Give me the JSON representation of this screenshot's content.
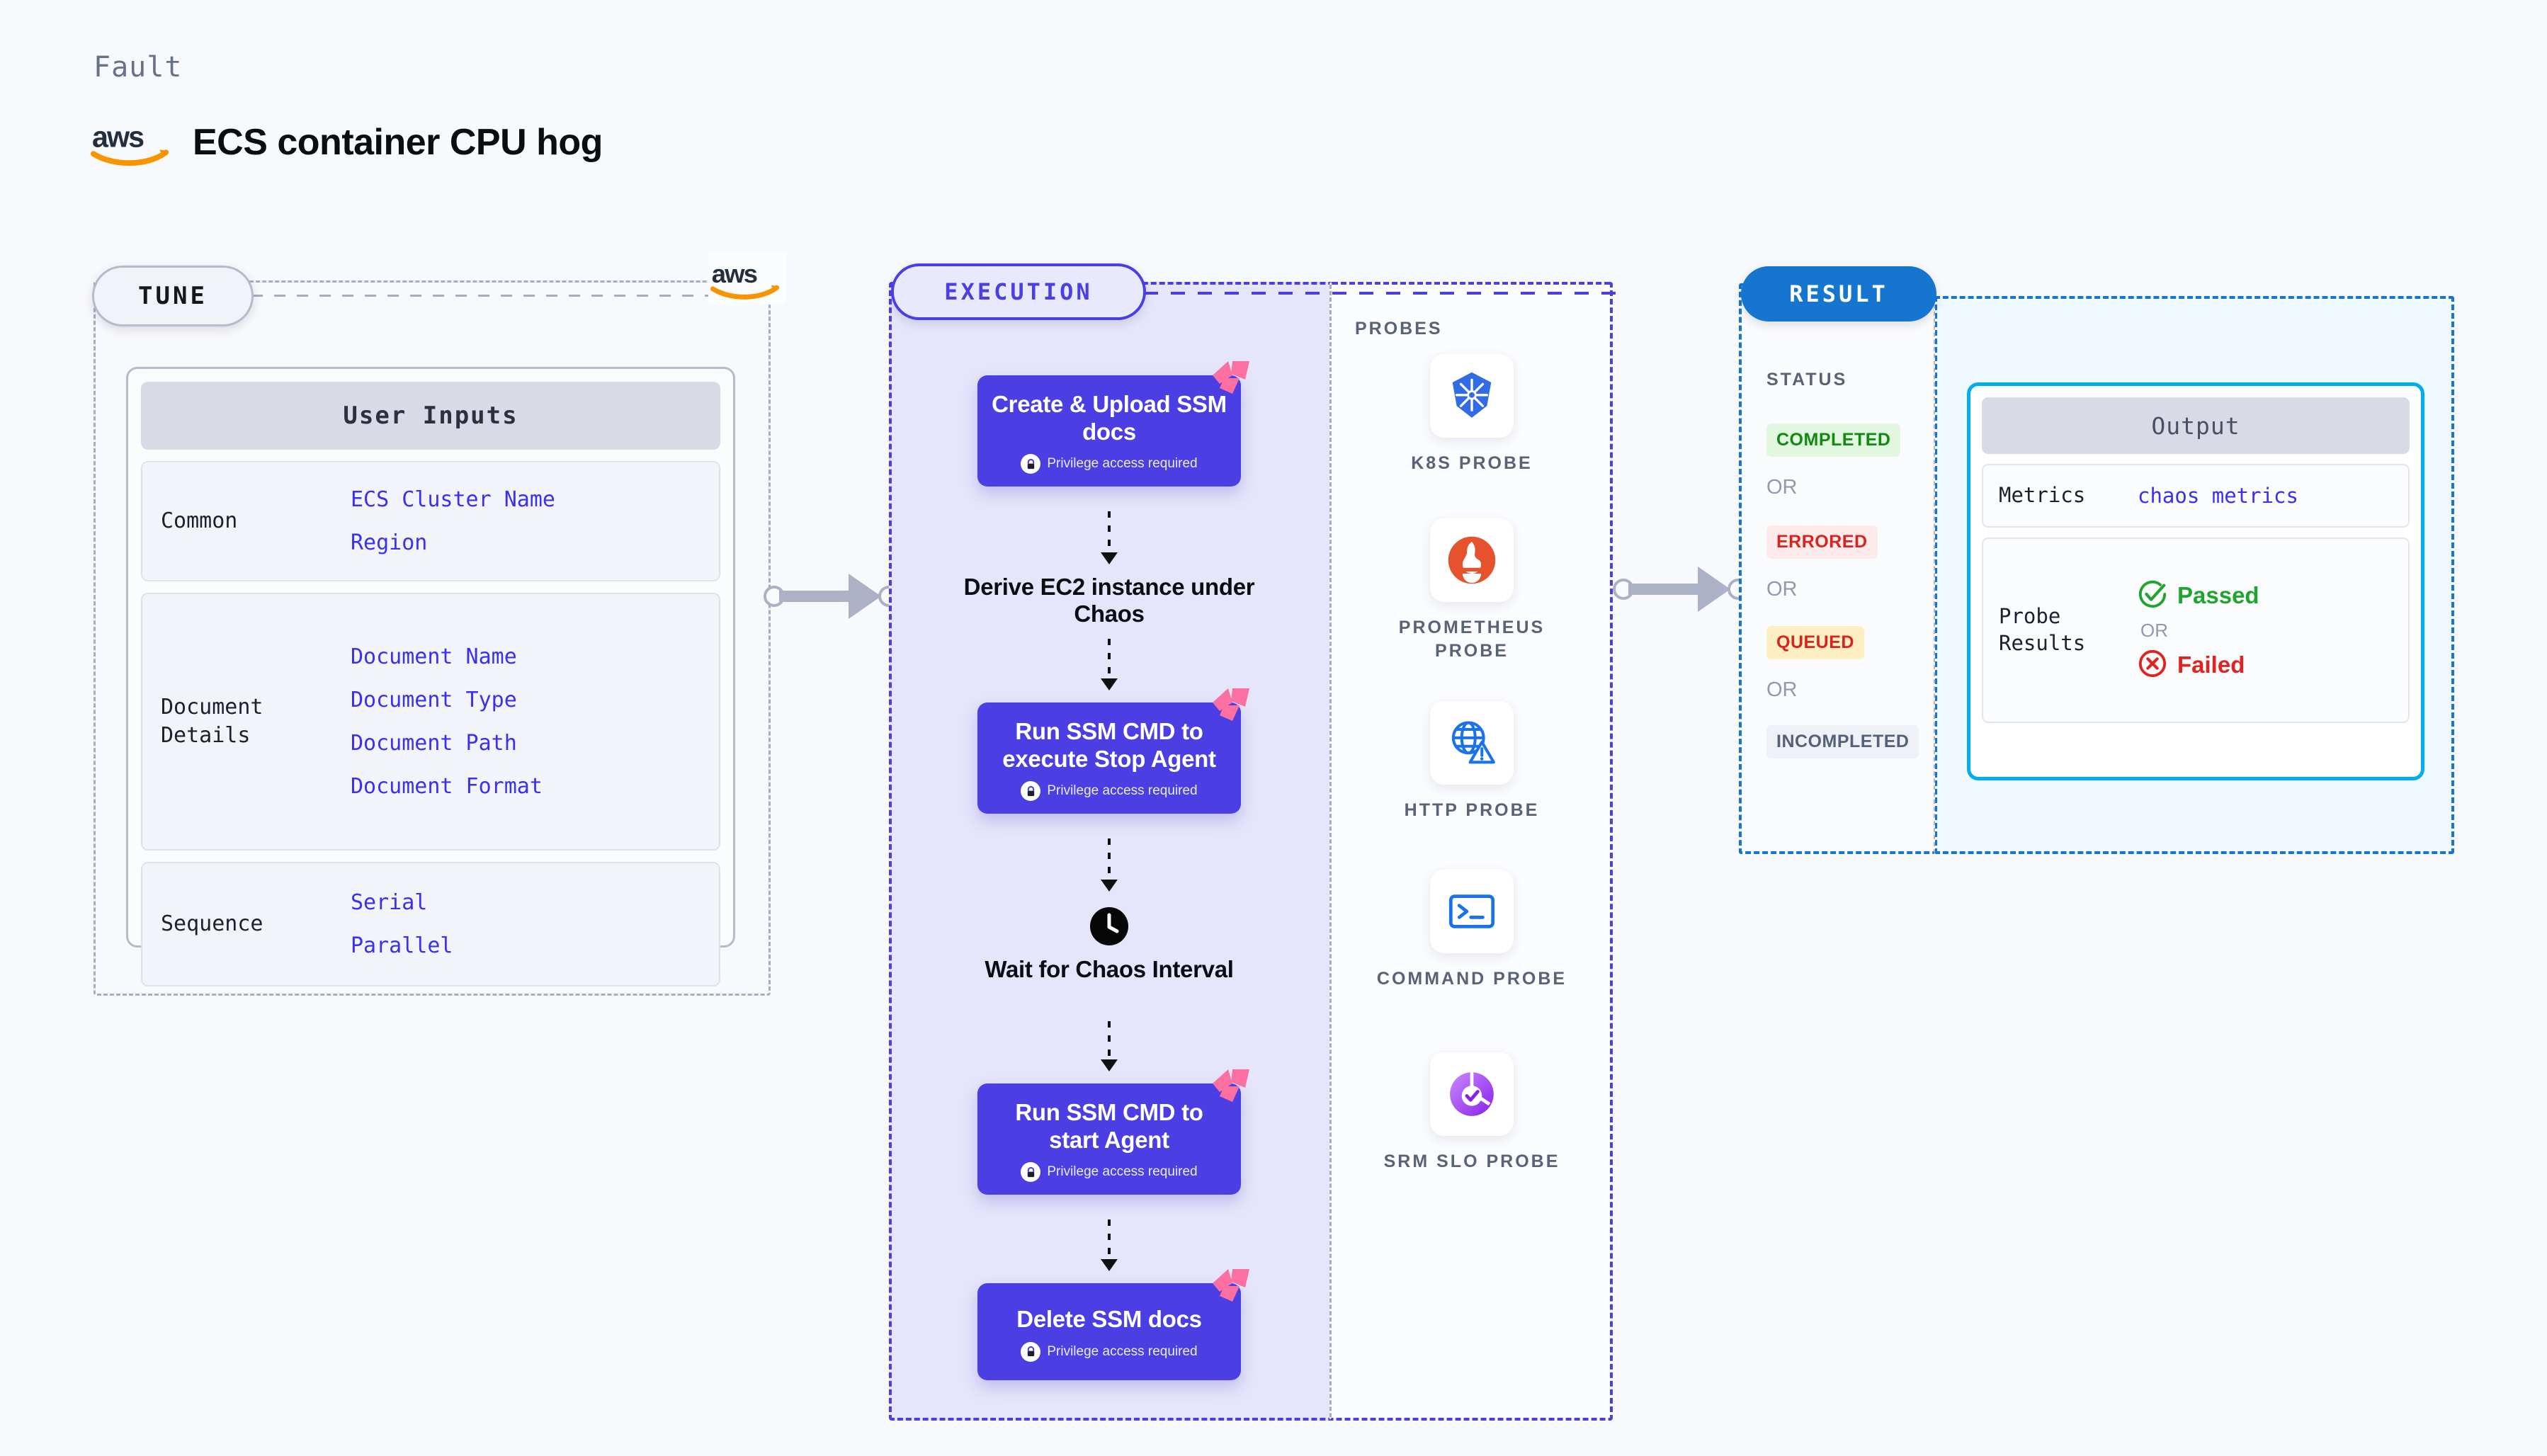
{
  "header": {
    "fault_label": "Fault",
    "title": "ECS container CPU hog",
    "brand_icon": "aws-logo"
  },
  "tune": {
    "pill_label": "TUNE",
    "provider_icon": "aws-logo",
    "card_title": "User Inputs",
    "groups": [
      {
        "label": "Common",
        "values": [
          "ECS Cluster Name",
          "Region"
        ]
      },
      {
        "label": "Document\nDetails",
        "values": [
          "Document Name",
          "Document Type",
          "Document Path",
          "Document Format"
        ]
      },
      {
        "label": "Sequence",
        "values": [
          "Serial",
          "Parallel"
        ]
      }
    ]
  },
  "execution": {
    "pill_label": "EXECUTION",
    "privilege_note": "Privilege access required",
    "steps": [
      {
        "type": "task",
        "title": "Create & Upload SSM docs",
        "privileged": true,
        "icon": "litmus-mark"
      },
      {
        "type": "plain",
        "title": "Derive EC2 instance under Chaos",
        "privileged": false,
        "icon": ""
      },
      {
        "type": "task",
        "title": "Run SSM CMD to execute Stop Agent",
        "privileged": true,
        "icon": "litmus-mark"
      },
      {
        "type": "wait",
        "title": "Wait for Chaos Interval",
        "privileged": false,
        "icon": "clock-icon"
      },
      {
        "type": "task",
        "title": "Run SSM CMD to start Agent",
        "privileged": true,
        "icon": "litmus-mark"
      },
      {
        "type": "task",
        "title": "Delete SSM docs",
        "privileged": true,
        "icon": "litmus-mark"
      }
    ]
  },
  "probes": {
    "section_title": "PROBES",
    "items": [
      {
        "label": "K8S PROBE",
        "icon": "kubernetes-icon"
      },
      {
        "label": "PROMETHEUS PROBE",
        "icon": "prometheus-icon"
      },
      {
        "label": "HTTP PROBE",
        "icon": "http-globe-icon"
      },
      {
        "label": "COMMAND PROBE",
        "icon": "terminal-icon"
      },
      {
        "label": "SRM SLO PROBE",
        "icon": "srm-slo-icon"
      }
    ]
  },
  "result": {
    "pill_label": "RESULT",
    "status_title": "STATUS",
    "or_label": "OR",
    "statuses": [
      {
        "label": "COMPLETED",
        "bg": "#e2f7e0",
        "fg": "#128a12"
      },
      {
        "label": "ERRORED",
        "bg": "#fdeaea",
        "fg": "#d8241f"
      },
      {
        "label": "QUEUED",
        "bg": "#fdeec4",
        "fg": "#d8241f"
      },
      {
        "label": "INCOMPLETED",
        "bg": "#eff1f6",
        "fg": "#55607a"
      }
    ],
    "output": {
      "title": "Output",
      "metrics_label": "Metrics",
      "metrics_value": "chaos metrics",
      "probe_results_label": "Probe\nResults",
      "passed_label": "Passed",
      "failed_label": "Failed",
      "or_label": "OR",
      "passed_icon": "check-circle-icon",
      "failed_icon": "x-circle-icon"
    }
  },
  "connectors": {
    "tune_to_execution": "arrow-right",
    "execution_to_result": "arrow-right"
  },
  "colors": {
    "accent_execution": "#4b3fe4",
    "accent_result": "#1676cf",
    "accent_output": "#00aeef",
    "litmus_pink": "#fb6fa1",
    "aws_orange": "#f79400"
  }
}
